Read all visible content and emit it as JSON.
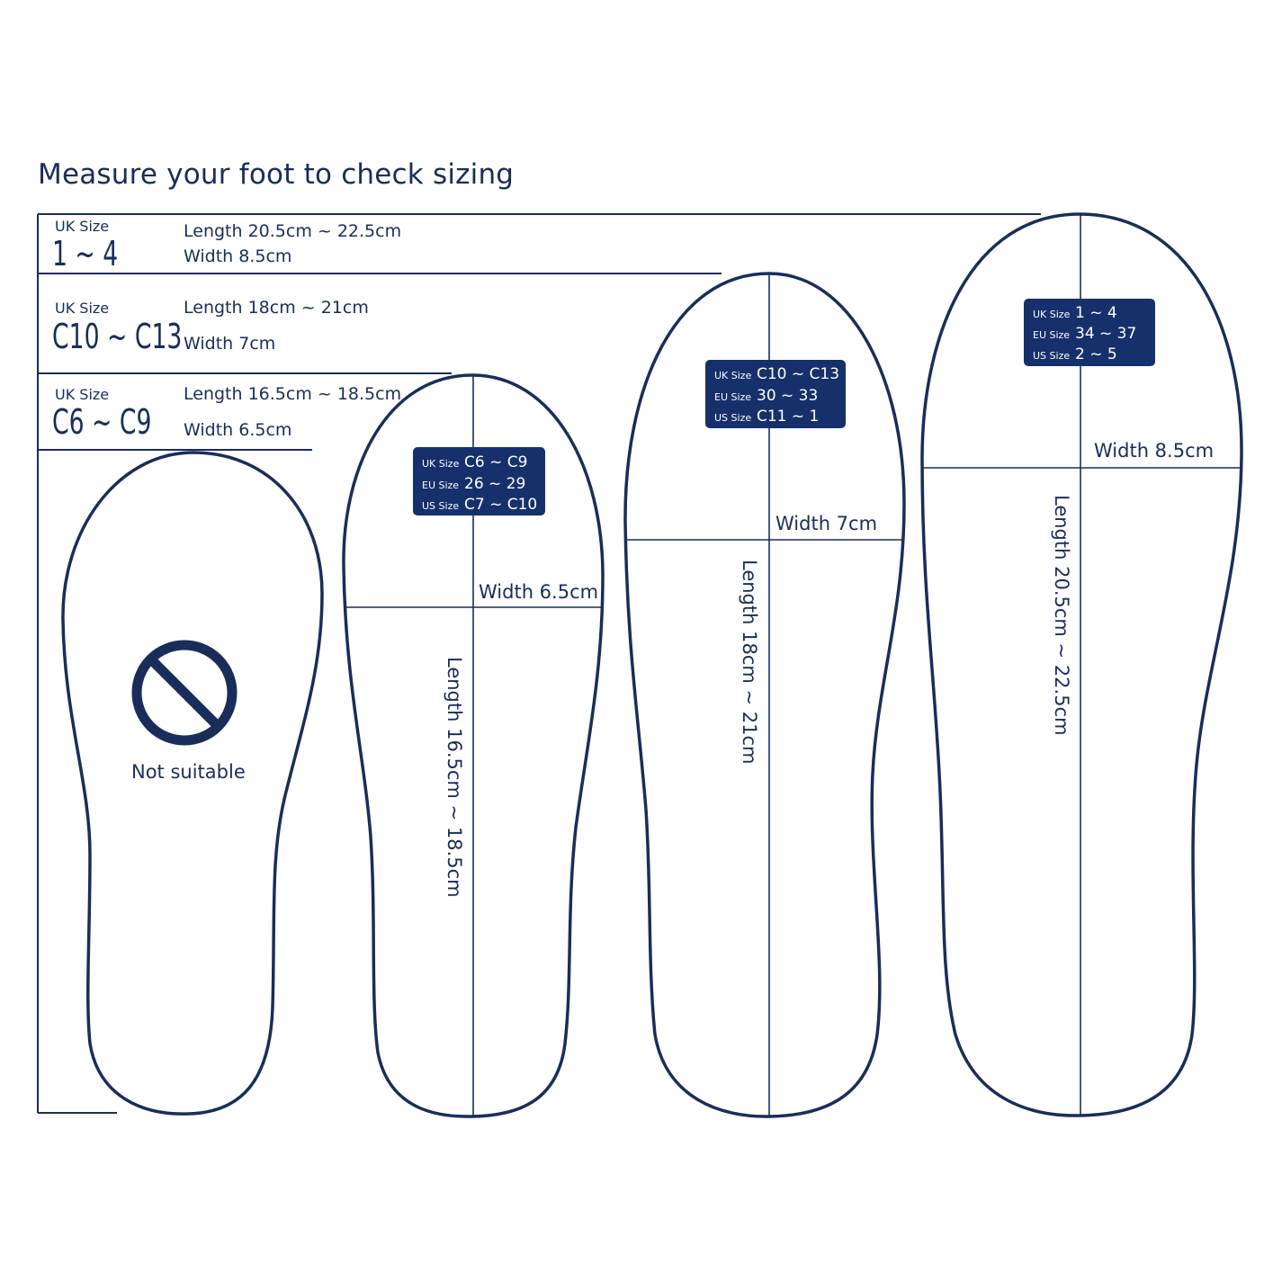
{
  "colors": {
    "navy": "#1a2d5a",
    "badge_bg": "#16306c",
    "background": "#ffffff"
  },
  "title": "Measure your foot  to check sizing",
  "table": {
    "rows": [
      {
        "uk_label": "UK Size",
        "uk_value": "1 ~ 4",
        "length": "Length 20.5cm ~ 22.5cm",
        "width": "Width 8.5cm"
      },
      {
        "uk_label": "UK Size",
        "uk_value": "C10 ~ C13",
        "length": "Length 18cm ~ 21cm",
        "width": "Width 7cm"
      },
      {
        "uk_label": "UK Size",
        "uk_value": "C6 ~ C9",
        "length": "Length 16.5cm ~ 18.5cm",
        "width": "Width 6.5cm"
      }
    ]
  },
  "feet": {
    "not_suitable": {
      "icon": "prohibited-icon",
      "label": "Not suitable"
    },
    "small": {
      "badge": [
        {
          "k": "UK Size",
          "v": "C6 ~ C9"
        },
        {
          "k": "EU Size",
          "v": "26 ~ 29"
        },
        {
          "k": "US Size",
          "v": "C7 ~ C10"
        }
      ],
      "width_label": "Width 6.5cm",
      "length_label": "Length 16.5cm ~ 18.5cm"
    },
    "medium": {
      "badge": [
        {
          "k": "UK Size",
          "v": "C10 ~ C13"
        },
        {
          "k": "EU Size",
          "v": "30 ~ 33"
        },
        {
          "k": "US Size",
          "v": "C11 ~ 1"
        }
      ],
      "width_label": "Width 7cm",
      "length_label": "Length 18cm ~ 21cm"
    },
    "large": {
      "badge": [
        {
          "k": "UK Size",
          "v": "1 ~ 4"
        },
        {
          "k": "EU Size",
          "v": "34 ~ 37"
        },
        {
          "k": "US Size",
          "v": "2 ~ 5"
        }
      ],
      "width_label": "Width 8.5cm",
      "length_label": "Length 20.5cm ~ 22.5cm"
    }
  }
}
